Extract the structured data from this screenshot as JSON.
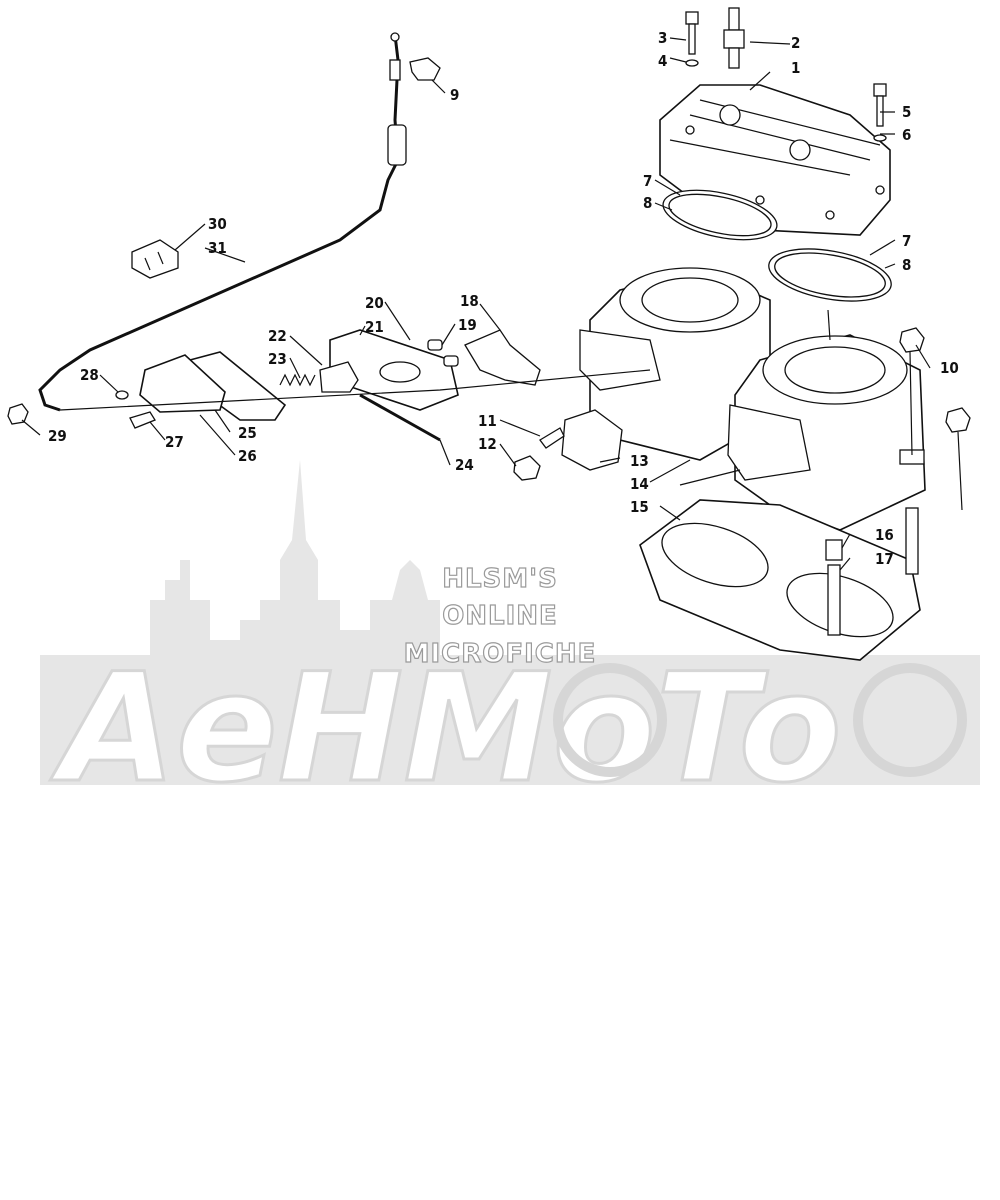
{
  "watermark": {
    "line1": "HLSM'S",
    "line2": "ONLINE",
    "line3": "MICROFICHE",
    "brand": "AeHMoTo"
  },
  "callouts": {
    "c1": "1",
    "c2": "2",
    "c3": "3",
    "c4": "4",
    "c5": "5",
    "c6": "6",
    "c7a": "7",
    "c8a": "8",
    "c7b": "7",
    "c8b": "8",
    "c9": "9",
    "c10": "10",
    "c11": "11",
    "c12": "12",
    "c13": "13",
    "c14": "14",
    "c15": "15",
    "c16": "16",
    "c17": "17",
    "c18": "18",
    "c19": "19",
    "c20": "20",
    "c21": "21",
    "c22": "22",
    "c23": "23",
    "c24": "24",
    "c25": "25",
    "c26": "26",
    "c27": "27",
    "c28": "28",
    "c29": "29",
    "c30": "30",
    "c31": "31"
  }
}
